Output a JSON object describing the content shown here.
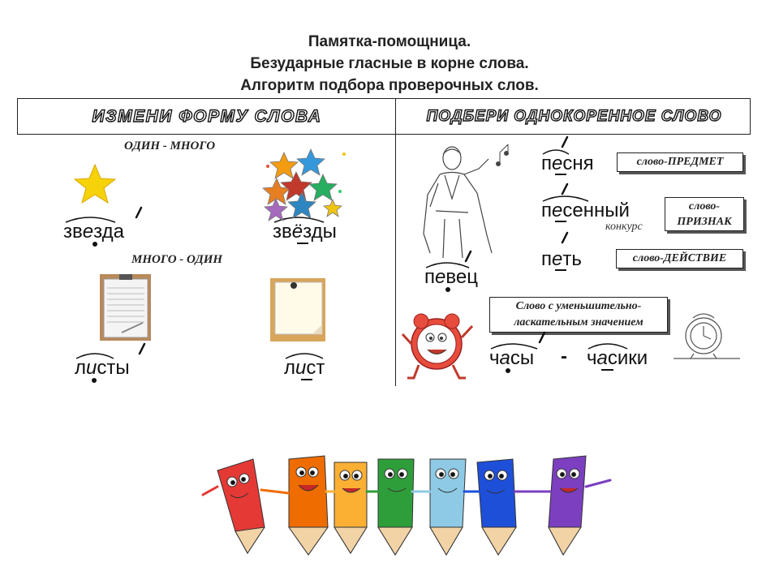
{
  "title": {
    "line1": "Памятка-помощница.",
    "line2": "Безударные гласные в корне слова.",
    "line3": "Алгоритм подбора проверочных слов."
  },
  "columns": {
    "left_header": "ИЗМЕНИ ФОРМУ СЛОВА",
    "right_header": "ПОДБЕРИ ОДНОКОРЕННОЕ СЛОВО"
  },
  "left": {
    "label_one_many": "ОДИН - МНОГО",
    "label_many_one": "МНОГО - ОДИН",
    "w1": {
      "a": "зв",
      "v": "е",
      "b": "зда"
    },
    "w2": {
      "a": "зв",
      "v": "ё",
      "b": "зды"
    },
    "w3": {
      "a": "л",
      "v": "и",
      "b": "сты"
    },
    "w4": {
      "a": "л",
      "v": "и",
      "b": "ст"
    }
  },
  "right": {
    "w_pesnya": {
      "a": "п",
      "v": "е",
      "b": "сня"
    },
    "w_pesenny": {
      "a": "п",
      "v": "е",
      "b": "сенный"
    },
    "konkurs": "конкурс",
    "w_pet": {
      "a": "п",
      "v": "е",
      "b": "ть"
    },
    "w_pevets": {
      "a": "п",
      "v": "е",
      "b": "вец"
    },
    "tag_predmet": "слово-ПРЕДМЕТ",
    "tag_priznak_1": "слово-",
    "tag_priznak_2": "ПРИЗНАК",
    "tag_deystvie": "слово-ДЕЙСТВИЕ",
    "tag_diminutive_1": "Слово с уменьшительно-",
    "tag_diminutive_2": "ласкательным значением",
    "w_chasy": {
      "a": "ч",
      "v": "а",
      "b": "сы"
    },
    "dash": "-",
    "w_chasiki": {
      "a": "ч",
      "v": "а",
      "b": "сики"
    }
  }
}
